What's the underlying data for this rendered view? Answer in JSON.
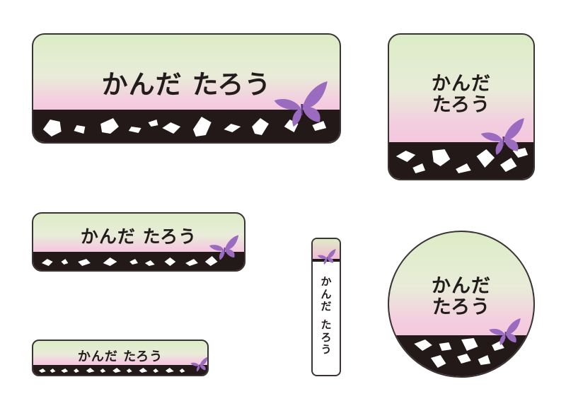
{
  "labels": {
    "large": {
      "name": "かんだ たろう"
    },
    "square": {
      "line1": "かんだ",
      "line2": "たろう"
    },
    "medium": {
      "name": "かんだ たろう"
    },
    "small": {
      "name": "かんだ たろう"
    },
    "vertical": {
      "chars": [
        "か",
        "ん",
        "だ",
        "",
        "た",
        "ろ",
        "う"
      ]
    },
    "circle": {
      "line1": "かんだ",
      "line2": "たろう"
    }
  },
  "colors": {
    "top_green": "#dcecc6",
    "pink": "#f3b9d6",
    "band": "#241919",
    "butterfly": "#9b6bc0",
    "border": "#3a3434"
  },
  "icons": [
    "butterfly-icon",
    "rock-pattern"
  ]
}
